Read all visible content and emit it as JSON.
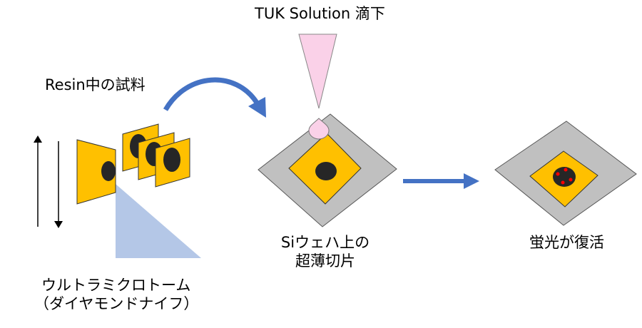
{
  "labels": {
    "tuk": "TUK Solution 滴下",
    "resin": "Resin中の試料",
    "si_line1": "Siウェハ上の",
    "si_line2": "超薄切片",
    "fluor": "蛍光が復活",
    "ultra_line1": "ウルトラミクロトーム",
    "ultra_line2": "（ダイヤモンドナイフ）"
  },
  "colors": {
    "gold": "#FFC000",
    "wafer": "#C0C0C0",
    "knife": "#B4C7E7",
    "arrow": "#4472C4",
    "pipette": "#FAD1E8",
    "spot": "#FF0000",
    "ink": "#000000"
  }
}
